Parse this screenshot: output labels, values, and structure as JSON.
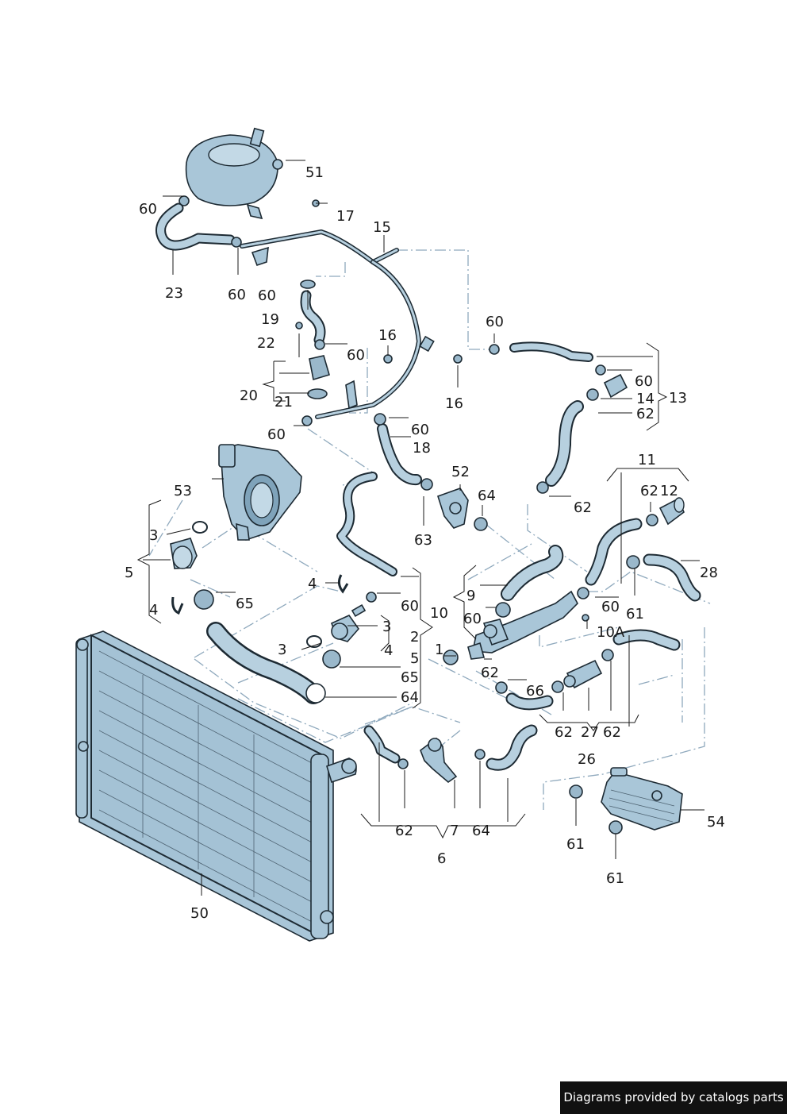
{
  "labels": {
    "l51": "51",
    "l60a": "60",
    "l17": "17",
    "l15": "15",
    "l23": "23",
    "l60b": "60",
    "l60c": "60",
    "l19": "19",
    "l22": "22",
    "l16a": "16",
    "l60d": "60",
    "l20": "20",
    "l21": "21",
    "l16b": "16",
    "l60e": "60",
    "l60f": "60",
    "l14": "14",
    "l13": "13",
    "l62a": "62",
    "l60g": "60",
    "l60h": "60",
    "l18": "18",
    "l52": "52",
    "l53": "53",
    "l64a": "64",
    "l63": "63",
    "l62b": "62",
    "l11": "11",
    "l62c": "62",
    "l12": "12",
    "l3a": "3",
    "l5a": "5",
    "l4a": "4",
    "l65a": "65",
    "l4b": "4",
    "l60i": "60",
    "l9": "9",
    "l10": "10",
    "l60j": "60",
    "l60k": "60",
    "l61a": "61",
    "l28": "28",
    "l3b": "3",
    "l2": "2",
    "l10a": "10A",
    "l3c": "3",
    "l4c": "4",
    "l1": "1",
    "l5b": "5",
    "l62d": "62",
    "l65b": "65",
    "l66": "66",
    "l64b": "64",
    "l62e": "62",
    "l27": "27",
    "l62f": "62",
    "l26": "26",
    "l62g": "62",
    "l7": "7",
    "l64c": "64",
    "l6": "6",
    "l54": "54",
    "l61b": "61",
    "l61c": "61",
    "l50": "50"
  },
  "credit": "Diagrams provided by catalogs parts",
  "colors": {
    "part_fill": "#a9c6d8",
    "outline": "#1d2a33",
    "dash": "#8fa9bd",
    "credit_bg": "#111111"
  }
}
